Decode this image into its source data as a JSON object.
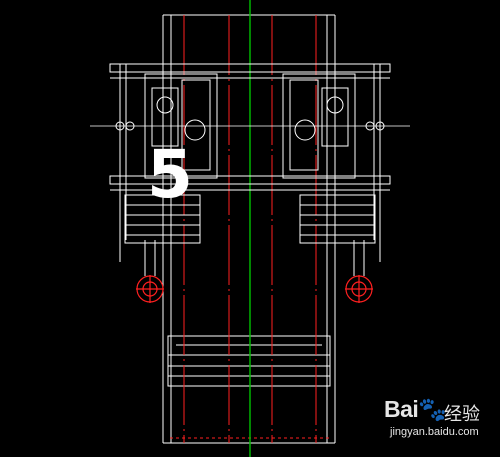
{
  "drawing": {
    "step_number": "5",
    "background": "#000000",
    "line_color": "#ffffff",
    "accent_color": "#ff2020",
    "centerline_color": "#00c000"
  },
  "watermark": {
    "logo_text": "Bai",
    "logo_suffix": "经验",
    "url": "jingyan.baidu.com"
  }
}
